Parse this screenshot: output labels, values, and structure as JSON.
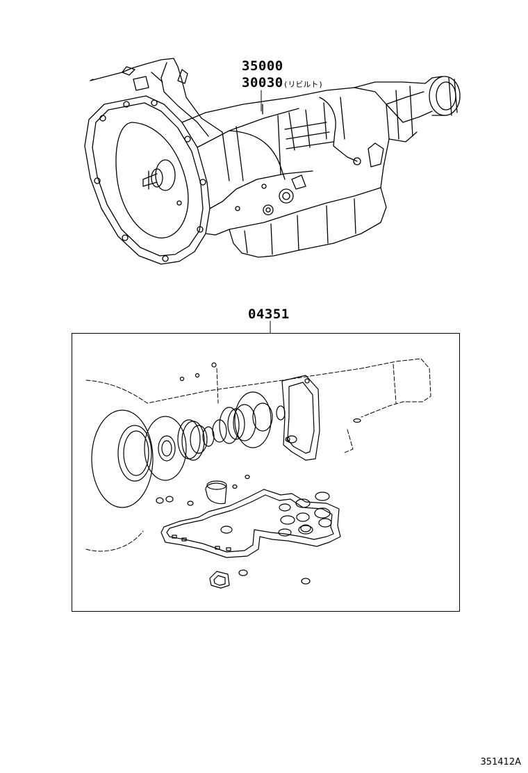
{
  "callouts": {
    "assembly_part_1": "35000",
    "assembly_part_2": "30030",
    "assembly_note": "(リビルト)",
    "gasket_kit": "04351"
  },
  "figure_id": "351412A"
}
